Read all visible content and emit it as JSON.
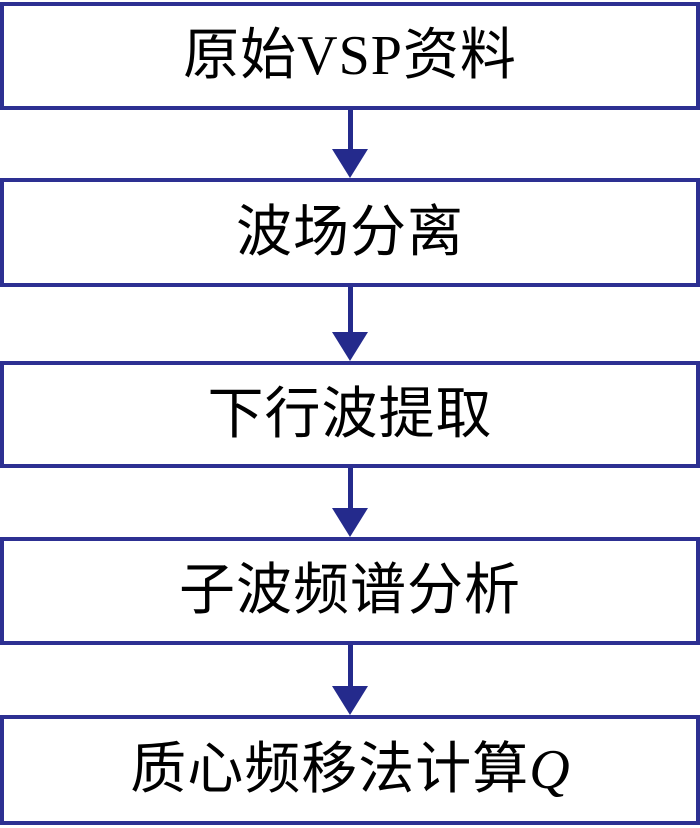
{
  "flowchart": {
    "steps": [
      {
        "label": "原始VSP资料"
      },
      {
        "label": "波场分离"
      },
      {
        "label": "下行波提取"
      },
      {
        "label": "子波频谱分析"
      },
      {
        "label": "质心频移法计算",
        "suffix": "Q"
      }
    ],
    "colors": {
      "box_border": "#2d3092",
      "arrow": "#242a8c",
      "text": "#000000",
      "background": "#ffffff"
    }
  }
}
